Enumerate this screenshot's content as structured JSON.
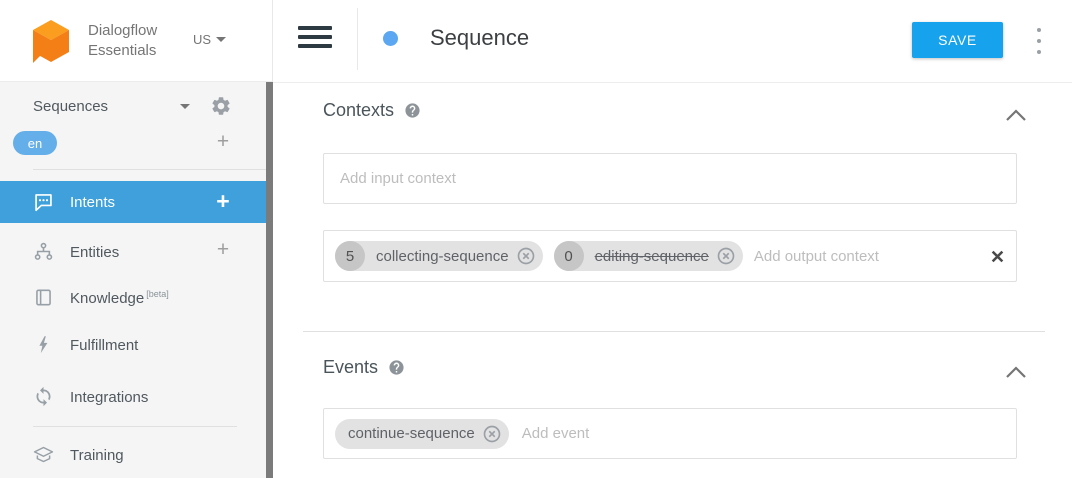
{
  "brand": {
    "line1": "Dialogflow",
    "line2": "Essentials",
    "region": "US"
  },
  "sidebar": {
    "agent_label": "Sequences",
    "language_chip": "en",
    "items": [
      {
        "label": "Intents"
      },
      {
        "label": "Entities"
      },
      {
        "label": "Knowledge",
        "badge": "[beta]"
      },
      {
        "label": "Fulfillment"
      },
      {
        "label": "Integrations"
      },
      {
        "label": "Training"
      }
    ]
  },
  "header": {
    "title": "Sequence",
    "save_label": "SAVE"
  },
  "sections": {
    "contexts": {
      "title": "Contexts",
      "input_placeholder": "Add input context",
      "output_placeholder": "Add output context",
      "output_chips": [
        {
          "lifespan": "5",
          "name": "collecting-sequence",
          "strikethrough": false
        },
        {
          "lifespan": "0",
          "name": "editing-sequence",
          "strikethrough": true
        }
      ]
    },
    "events": {
      "title": "Events",
      "placeholder": "Add event",
      "chips": [
        {
          "name": "continue-sequence"
        }
      ]
    }
  },
  "icons": {
    "add": "+"
  },
  "colors": {
    "active_item_blue": "#3fa0dc",
    "save_button_blue": "#17a2ee",
    "language_chip_blue": "#64aee9",
    "title_dot_blue": "#5ba7f2",
    "logo_orange": "#f57f17",
    "logo_orange_light": "#fb9d1e",
    "chip_bg": "#e2e2e2",
    "chip_badge_bg": "#c6c6c6"
  }
}
